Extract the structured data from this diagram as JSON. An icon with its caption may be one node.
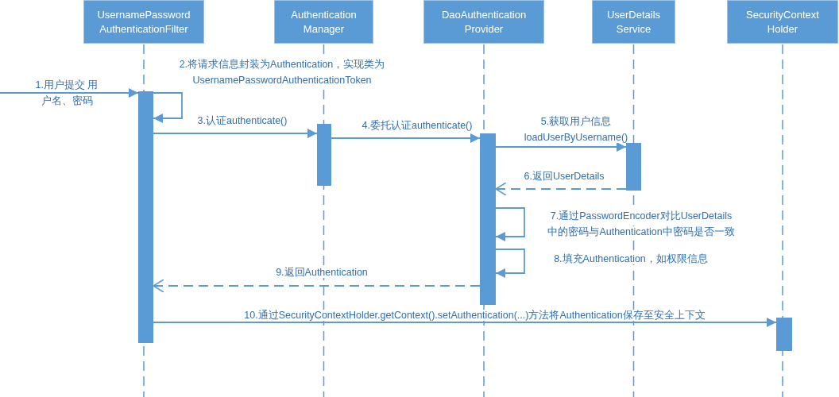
{
  "diagram": {
    "nodes": [
      {
        "text": [
          "UsernamePassword AuthenticationFilter"
        ]
      },
      {
        "text": [
          "Authentication Manager"
        ]
      },
      {
        "text": [
          "DaoAuthentication Provider"
        ]
      },
      {
        "text": [
          "UserDetails Service"
        ]
      },
      {
        "text": [
          "SecurityContext Holder"
        ]
      },
      {
        "text": [],
        "shape": "bar"
      },
      {
        "text": [],
        "shape": "bar"
      },
      {
        "text": [],
        "shape": "bar"
      },
      {
        "text": [],
        "shape": "bar"
      },
      {
        "text": [],
        "shape": "bar"
      }
    ],
    "edges": [
      {
        "from": null,
        "to": 5,
        "arrow": "to",
        "label": "1.用户提交 用户名、密码"
      },
      {
        "from": 5,
        "to": 5,
        "arrow": "to",
        "label": "2.将请求信息封装为Authentication，实现类为 UsernamePasswordAuthenticationToken"
      },
      {
        "from": 5,
        "to": 6,
        "arrow": "to",
        "label": "3.认证authenticate()"
      },
      {
        "from": 6,
        "to": 7,
        "arrow": "to",
        "label": "4.委托认证authenticate()"
      },
      {
        "from": 7,
        "to": 8,
        "arrow": "to",
        "label": "5.获取用户信息 loadUserByUsername()"
      },
      {
        "from": 8,
        "to": 7,
        "arrow": "to",
        "style": "dashed",
        "label": "6.返回UserDetails"
      },
      {
        "from": 7,
        "to": 7,
        "arrow": "to",
        "label": "7.通过PasswordEncoder对比UserDetails 中的密码与Authentication中密码是否一致"
      },
      {
        "from": 7,
        "to": 7,
        "arrow": "to",
        "label": "8.填充Authentication，如权限信息"
      },
      {
        "from": 7,
        "to": 5,
        "arrow": "to",
        "style": "dashed",
        "label": "9.返回Authentication"
      },
      {
        "from": 5,
        "to": 9,
        "arrow": "to",
        "label": "10.通过SecurityContextHolder.getContext().setAuthentication(...)方法将Authentication保存至安全上下文"
      }
    ]
  }
}
